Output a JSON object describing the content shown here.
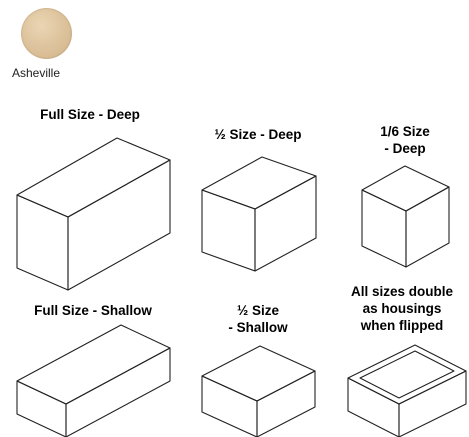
{
  "finish": {
    "name": "Asheville",
    "swatch_color": "#dcc19a"
  },
  "boxes": [
    {
      "label": "Full Size - Deep",
      "size": "full",
      "depth": "deep"
    },
    {
      "label": "½ Size - Deep",
      "size": "half",
      "depth": "deep"
    },
    {
      "label": "1/6 Size\n- Deep",
      "size": "sixth",
      "depth": "deep"
    },
    {
      "label": "Full Size - Shallow",
      "size": "full",
      "depth": "shallow"
    },
    {
      "label": "½ Size\n- Shallow",
      "size": "half",
      "depth": "shallow"
    },
    {
      "label": "All sizes double\nas housings\nwhen flipped",
      "size": "open-tray",
      "depth": "shallow"
    }
  ],
  "line_color": "#222222"
}
